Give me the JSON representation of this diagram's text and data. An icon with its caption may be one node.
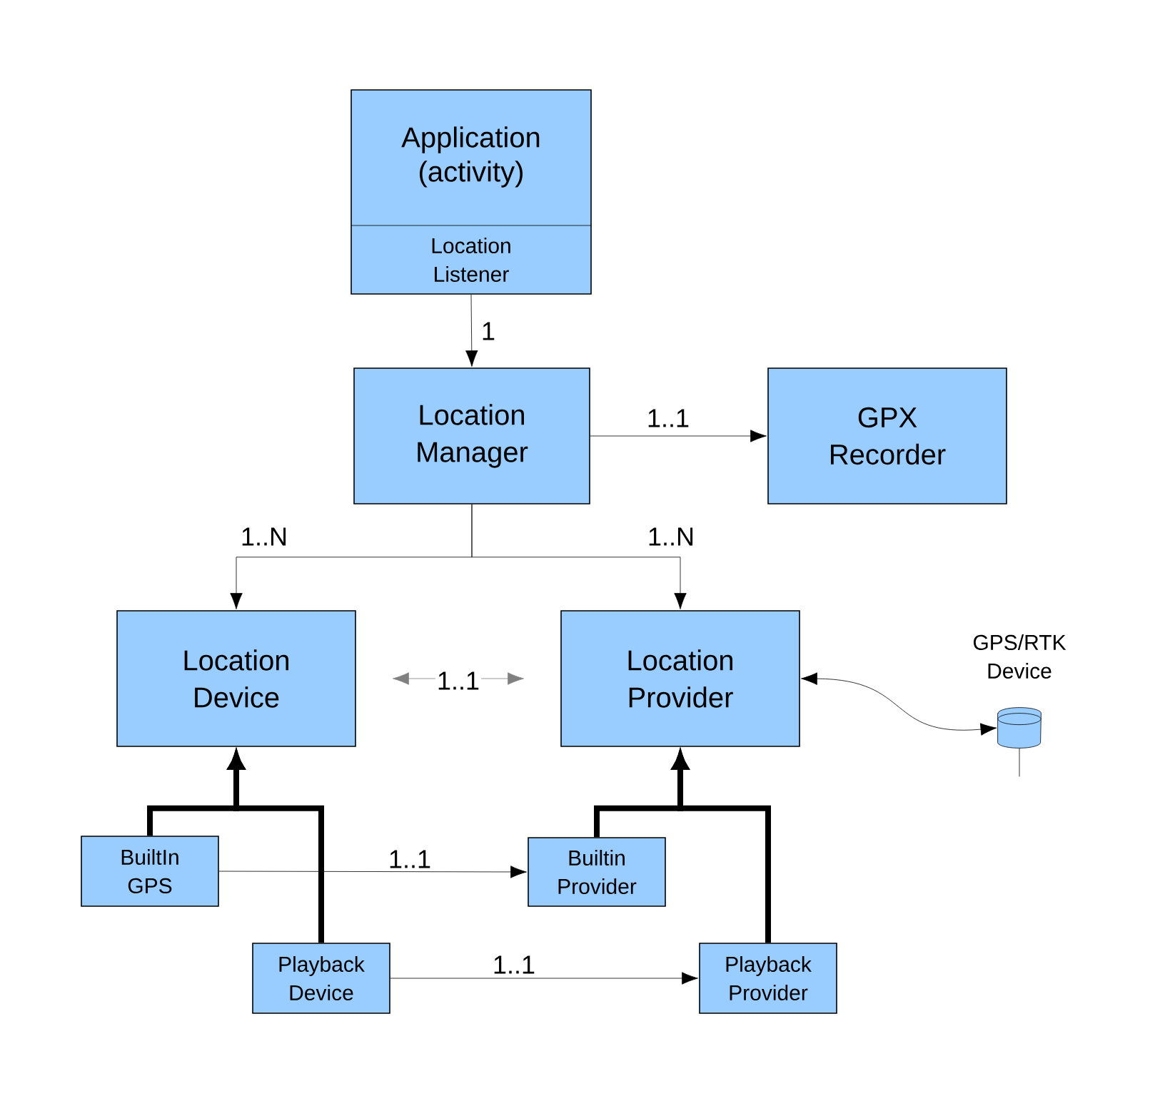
{
  "diagram": {
    "nodes": [
      {
        "text": [
          "Application (activity)",
          "Location Listener"
        ]
      },
      {
        "text": [
          "Location Manager"
        ]
      },
      {
        "text": [
          "GPX Recorder"
        ]
      },
      {
        "text": [
          "Location Device"
        ]
      },
      {
        "text": [
          "Location Provider"
        ]
      },
      {
        "text": [],
        "shape": "cylinder",
        "beside": [
          "GPS/RTK Device"
        ]
      },
      {
        "text": [
          "BuiltIn GPS"
        ]
      },
      {
        "text": [
          "Builtin Provider"
        ]
      },
      {
        "text": [
          "Playback Device"
        ]
      },
      {
        "text": [
          "Playback Provider"
        ]
      }
    ],
    "edges": [
      {
        "from": 0,
        "to": 1,
        "arrow": "to",
        "label": "1"
      },
      {
        "from": 1,
        "to": 2,
        "arrow": "to",
        "label": "1..1"
      },
      {
        "from": 1,
        "to": 3,
        "arrow": "to",
        "label": "1..N"
      },
      {
        "from": 1,
        "to": 4,
        "arrow": "to",
        "label": "1..N"
      },
      {
        "from": 3,
        "to": 4,
        "arrow": "both",
        "label": "1..1",
        "color": "#808080"
      },
      {
        "from": 4,
        "to": 5,
        "arrow": "both"
      },
      {
        "from": 6,
        "to": 3,
        "arrow": "to",
        "style": "thick"
      },
      {
        "from": 8,
        "to": 3,
        "arrow": "to",
        "style": "thick"
      },
      {
        "from": 7,
        "to": 4,
        "arrow": "to",
        "style": "thick"
      },
      {
        "from": 9,
        "to": 4,
        "arrow": "to",
        "style": "thick"
      },
      {
        "from": 6,
        "to": 7,
        "arrow": "to",
        "label": "1..1"
      },
      {
        "from": 8,
        "to": 9,
        "arrow": "to",
        "label": "1..1"
      }
    ]
  }
}
